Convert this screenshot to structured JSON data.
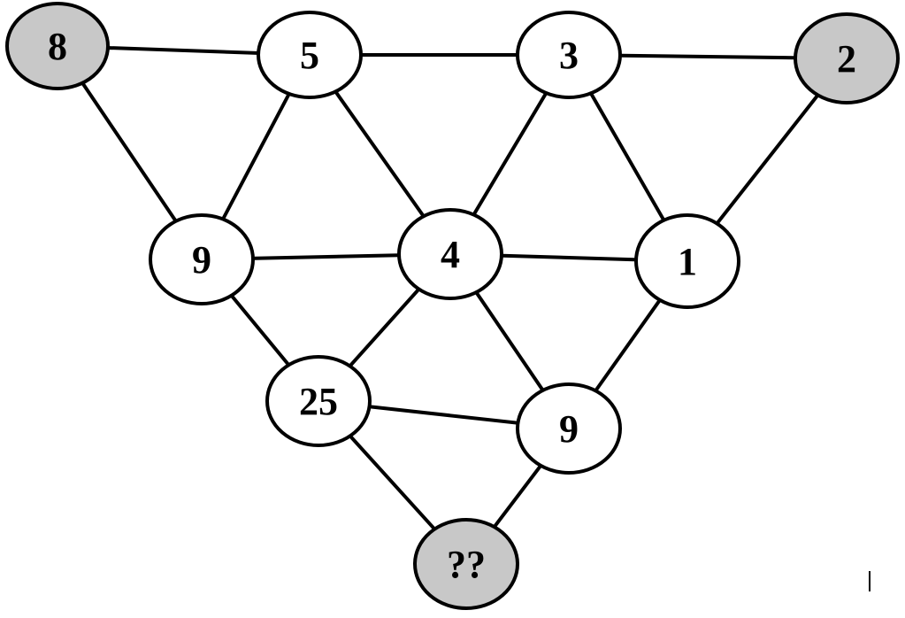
{
  "puzzle": {
    "colors": {
      "highlight_fill": "#c8c8c8",
      "normal_fill": "#ffffff",
      "stroke": "#000000"
    },
    "nodes": [
      {
        "id": "top-left",
        "label": "8",
        "highlighted": true
      },
      {
        "id": "top-mid-left",
        "label": "5",
        "highlighted": false
      },
      {
        "id": "top-mid-right",
        "label": "3",
        "highlighted": false
      },
      {
        "id": "top-right",
        "label": "2",
        "highlighted": true
      },
      {
        "id": "mid-left",
        "label": "9",
        "highlighted": false
      },
      {
        "id": "mid-center",
        "label": "4",
        "highlighted": false
      },
      {
        "id": "mid-right",
        "label": "1",
        "highlighted": false
      },
      {
        "id": "low-left",
        "label": "25",
        "highlighted": false
      },
      {
        "id": "low-right",
        "label": "9",
        "highlighted": false
      },
      {
        "id": "bottom",
        "label": "??",
        "highlighted": true
      }
    ],
    "edges": [
      [
        "top-left",
        "top-mid-left"
      ],
      [
        "top-mid-left",
        "top-mid-right"
      ],
      [
        "top-mid-right",
        "top-right"
      ],
      [
        "top-left",
        "mid-left"
      ],
      [
        "top-mid-left",
        "mid-left"
      ],
      [
        "top-mid-left",
        "mid-center"
      ],
      [
        "top-mid-right",
        "mid-center"
      ],
      [
        "top-mid-right",
        "mid-right"
      ],
      [
        "top-right",
        "mid-right"
      ],
      [
        "mid-left",
        "mid-center"
      ],
      [
        "mid-center",
        "mid-right"
      ],
      [
        "mid-left",
        "low-left"
      ],
      [
        "mid-center",
        "low-left"
      ],
      [
        "mid-center",
        "low-right"
      ],
      [
        "mid-right",
        "low-right"
      ],
      [
        "low-left",
        "low-right"
      ],
      [
        "low-left",
        "bottom"
      ],
      [
        "low-right",
        "bottom"
      ]
    ]
  }
}
